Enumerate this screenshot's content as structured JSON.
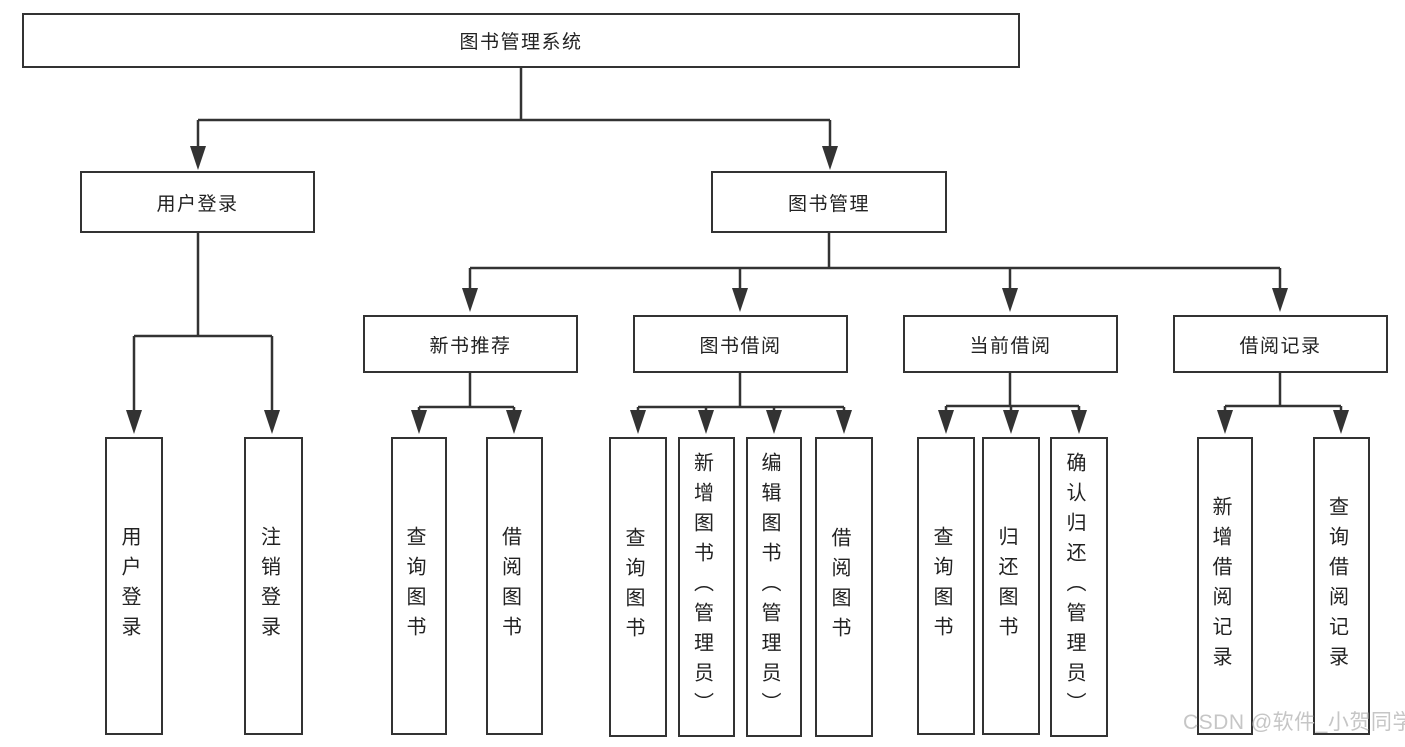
{
  "diagram": {
    "root": {
      "label": "图书管理系统"
    },
    "user_login": {
      "label": "用户登录",
      "children": [
        {
          "label": "用户登录"
        },
        {
          "label": "注销登录"
        }
      ]
    },
    "book_mgmt": {
      "label": "图书管理",
      "modules": [
        {
          "label": "新书推荐",
          "children": [
            {
              "label": "查询图书"
            },
            {
              "label": "借阅图书"
            }
          ]
        },
        {
          "label": "图书借阅",
          "children": [
            {
              "label": "查询图书"
            },
            {
              "label": "新增图书（管理员）"
            },
            {
              "label": "编辑图书（管理员）"
            },
            {
              "label": "借阅图书"
            }
          ]
        },
        {
          "label": "当前借阅",
          "children": [
            {
              "label": "查询图书"
            },
            {
              "label": "归还图书"
            },
            {
              "label": "确认归还（管理员）"
            }
          ]
        },
        {
          "label": "借阅记录",
          "children": [
            {
              "label": "新增借阅记录"
            },
            {
              "label": "查询借阅记录"
            }
          ]
        }
      ]
    }
  },
  "watermark": {
    "text": "CSDN @软件_小贺同学"
  },
  "colors": {
    "line": "#333333",
    "text": "#222222",
    "background": "#ffffff",
    "watermark": "#c6c6c6"
  }
}
